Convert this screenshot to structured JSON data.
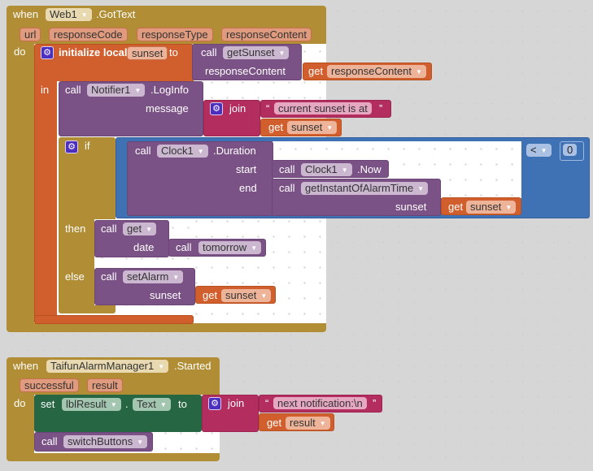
{
  "block1": {
    "when": "when",
    "component": "Web1",
    "event": ".GotText",
    "params": [
      "url",
      "responseCode",
      "responseType",
      "responseContent"
    ],
    "do": "do",
    "init_label": "initialize local",
    "local_name": "sunset",
    "to": "to",
    "call": "call",
    "getSunset": "getSunset",
    "responseContent_label": "responseContent",
    "get": "get",
    "get_responseContent": "responseContent",
    "in": "in",
    "notifier": "Notifier1",
    "loginfo": ".LogInfo",
    "message": "message",
    "join": "join",
    "open_quote": "“",
    "close_quote": "”",
    "text_value": "current sunset is at",
    "get_sunset": "sunset",
    "if": "if",
    "clock": "Clock1",
    "duration": ".Duration",
    "start": "start",
    "now": ".Now",
    "end": "end",
    "getInstant": "getInstantOfAlarmTime",
    "sunset_arg": "sunset",
    "compare_op": "<",
    "compare_value": "0",
    "then": "then",
    "get_proc": "get",
    "date": "date",
    "tomorrow": "tomorrow",
    "else": "else",
    "setAlarm": "setAlarm"
  },
  "block2": {
    "when": "when",
    "component": "TaifunAlarmManager1",
    "event": ".Started",
    "params": [
      "successful",
      "result"
    ],
    "do": "do",
    "set": "set",
    "label_comp": "lblResult",
    "dot": ".",
    "prop": "Text",
    "to": "to",
    "join": "join",
    "open_quote": "“",
    "close_quote": "”",
    "text_value": "next notification:\\n",
    "get": "get",
    "get_result": "result",
    "call": "call",
    "switchButtons": "switchButtons"
  },
  "colors": {
    "event": "#b18e35",
    "procedure": "#7b5286",
    "variable": "#d05f2d",
    "text": "#b32d5e",
    "math": "#3f71b5",
    "setter": "#266643"
  }
}
